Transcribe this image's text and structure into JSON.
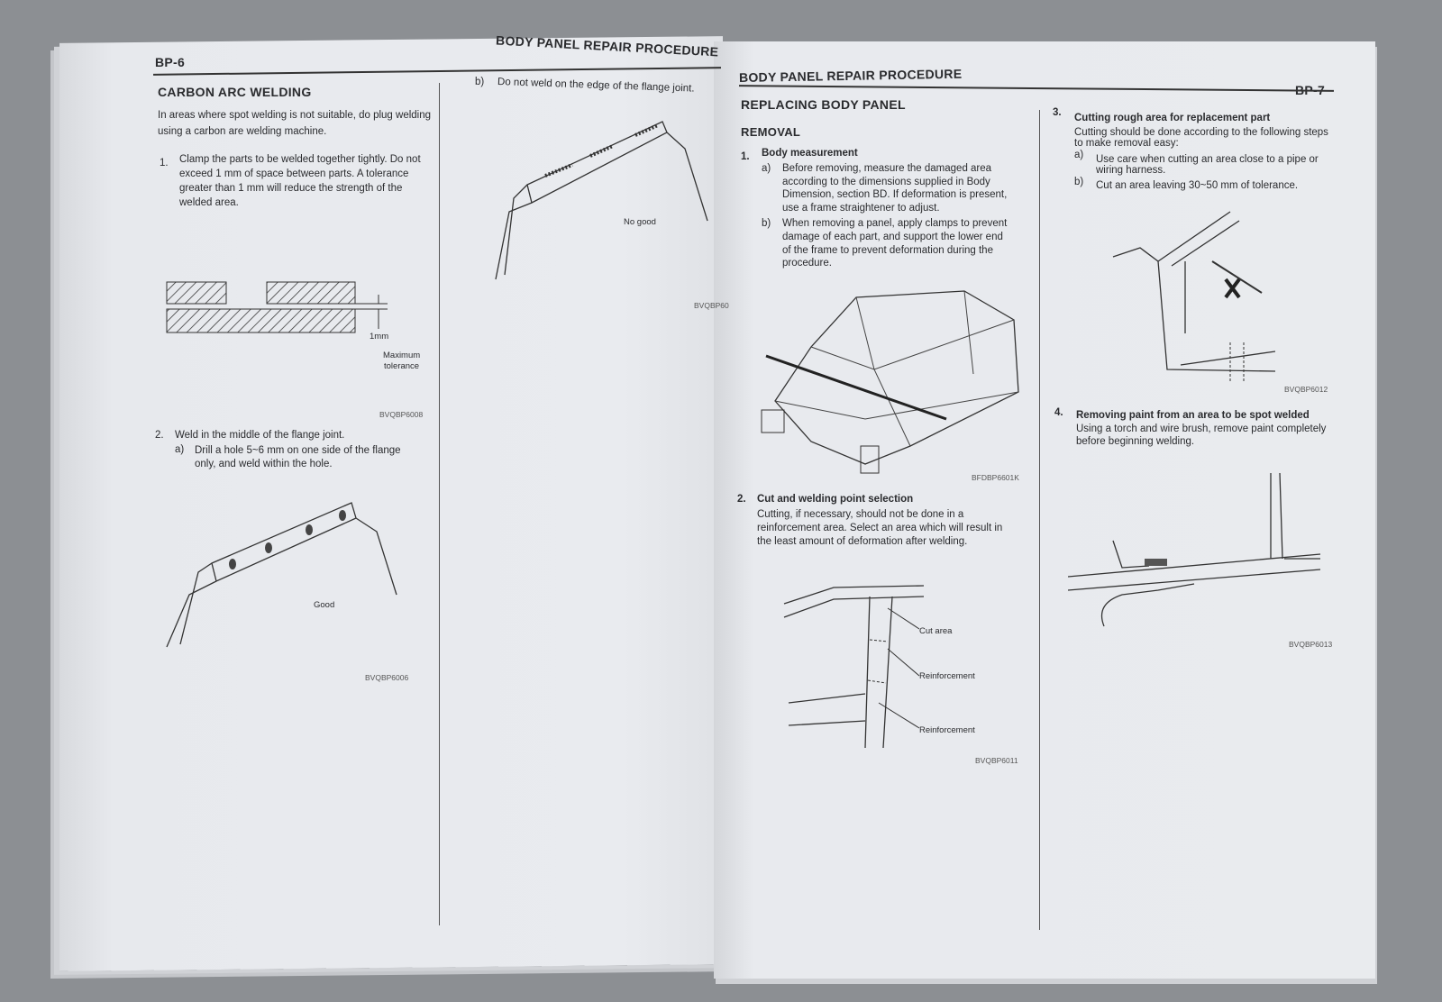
{
  "left_page": {
    "page_number": "BP-6",
    "header": "BODY PANEL REPAIR PROCEDURE",
    "section_title": "CARBON ARC WELDING",
    "intro": [
      "In areas where spot welding is not suitable, do plug welding",
      "using a carbon are welding machine."
    ],
    "step1": {
      "num": "1.",
      "lines": [
        "Clamp the parts to be welded together tightly. Do not",
        "exceed 1 mm of space between parts. A tolerance",
        "greater than 1 mm will reduce the strength of the",
        "welded area."
      ]
    },
    "fig1": {
      "label_gap": "1mm",
      "label_max": "Maximum",
      "label_tol": "tolerance",
      "code": "BVQBP6008"
    },
    "step2": {
      "num": "2.",
      "text": "Weld in the middle of the flange joint.",
      "a_marker": "a)",
      "a_lines": [
        "Drill a hole 5~6 mm on one side of the flange",
        "only, and weld within the hole."
      ]
    },
    "fig2": {
      "label": "Good",
      "code": "BVQBP6006"
    },
    "step_b": {
      "marker": "b)",
      "text": "Do not weld on the edge of the flange joint."
    },
    "fig3": {
      "label": "No good",
      "code": "BVQBP60"
    }
  },
  "right_page": {
    "header": "BODY PANEL REPAIR PROCEDURE",
    "page_number": "BP-7",
    "section_title": "REPLACING BODY PANEL",
    "subsection": "REMOVAL",
    "step1": {
      "num": "1.",
      "title": "Body measurement",
      "a_marker": "a)",
      "a_lines": [
        "Before removing, measure the damaged area",
        "according to the dimensions supplied in Body",
        "Dimension, section BD. If deformation is present,",
        "use a frame straightener to adjust."
      ],
      "b_marker": "b)",
      "b_lines": [
        "When removing a panel, apply clamps to prevent",
        "damage of each part, and support the lower end",
        "of the frame to prevent deformation during the",
        "procedure."
      ]
    },
    "fig1": {
      "code": "BFDBP6601K"
    },
    "step2": {
      "num": "2.",
      "title": "Cut and welding point selection",
      "lines": [
        "Cutting, if necessary, should not be done in a",
        "reinforcement area. Select an area which will result in",
        "the least amount of deformation after welding."
      ]
    },
    "fig2": {
      "label_cut": "Cut area",
      "label_r1": "Reinforcement",
      "label_r2": "Reinforcement",
      "code": "BVQBP6011"
    },
    "step3": {
      "num": "3.",
      "title": "Cutting rough area for replacement part",
      "lines": [
        "Cutting should be done according to the following steps",
        "to make removal easy:"
      ],
      "a_marker": "a)",
      "a_lines": [
        "Use care when cutting an area close to a pipe or",
        "wiring harness."
      ],
      "b_marker": "b)",
      "b_text": "Cut an area leaving 30~50 mm of tolerance."
    },
    "fig3": {
      "code": "BVQBP6012"
    },
    "step4": {
      "num": "4.",
      "title": "Removing paint from an area to be spot welded",
      "lines": [
        "Using a torch and wire brush, remove paint completely",
        "before beginning welding."
      ]
    },
    "fig4": {
      "code": "BVQBP6013"
    }
  }
}
